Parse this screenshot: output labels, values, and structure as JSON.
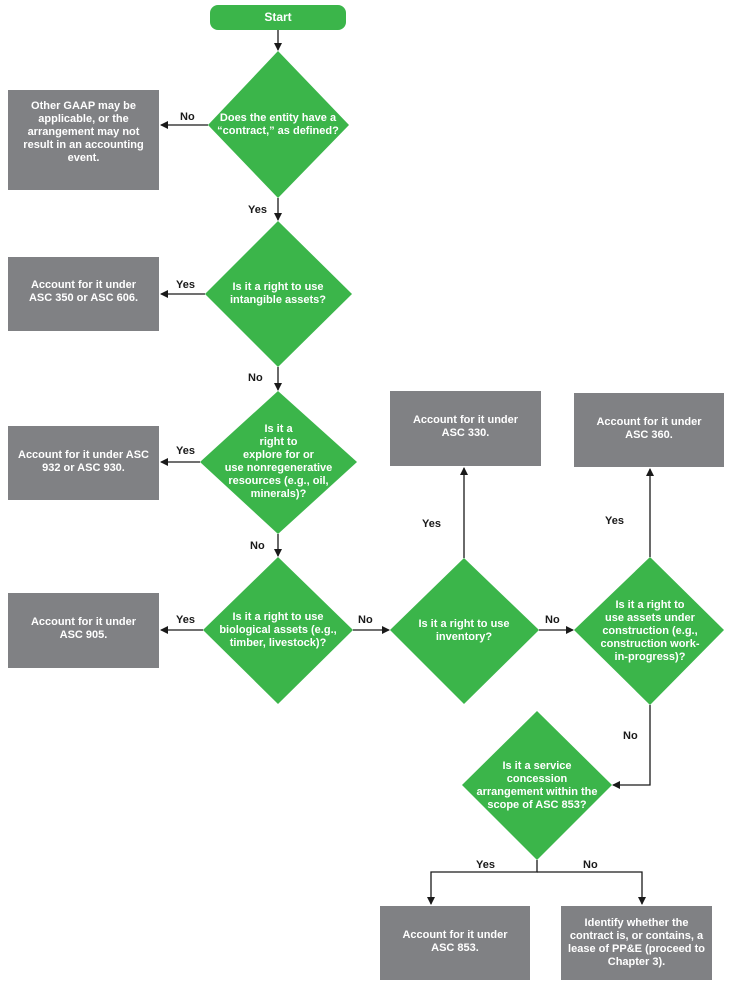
{
  "start": "Start",
  "decisions": {
    "contract": "Does the entity have a\n“contract,” as defined?",
    "intangible": "Is it a right to use\nintangible assets?",
    "explore": "Is it a\nright to\nexplore for or\nuse nonregenerative\nresources (e.g., oil,\nminerals)?",
    "biological": "Is it a right to use\nbiological assets (e.g.,\ntimber, livestock)?",
    "inventory": "Is it a right to use\ninventory?",
    "construction": "Is it a right to\nuse assets under\nconstruction (e.g.,\nconstruction work-\nin-progress)?",
    "service": "Is it a service\nconcession\narrangement within the\nscope of ASC 853?"
  },
  "outcomes": {
    "other_gaap": "Other GAAP may be\napplicable, or the\narrangement may not\nresult in an accounting\nevent.",
    "asc350": "Account for it under\nASC 350 or ASC 606.",
    "asc932": "Account for it under ASC\n932 or ASC 930.",
    "asc905": "Account for it under\nASC 905.",
    "asc330": "Account for it under\nASC 330.",
    "asc360": "Account for it under\nASC 360.",
    "asc853": "Account for it under\nASC 853.",
    "lease": "Identify whether the\ncontract is, or contains, a\nlease of PP&E (proceed to\nChapter 3)."
  },
  "labels": {
    "yes": "Yes",
    "no": "No"
  },
  "colors": {
    "decision": "#3bb54a",
    "outcome": "#808184",
    "line": "#1a1a1a"
  }
}
